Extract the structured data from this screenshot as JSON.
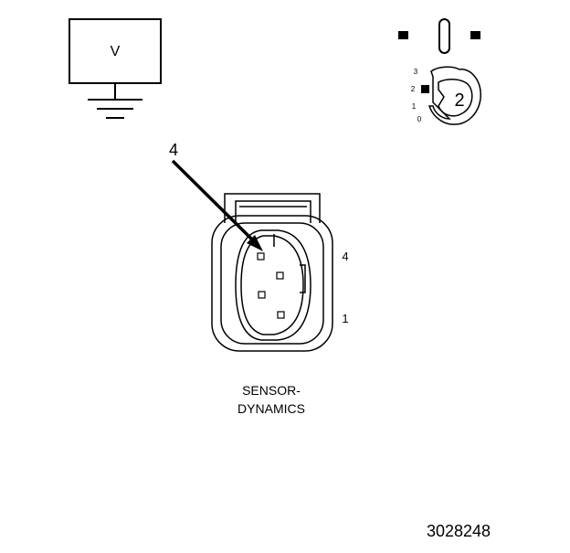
{
  "voltmeter": {
    "label": "V"
  },
  "switch": {
    "positions": [
      "3",
      "2",
      "1",
      "0"
    ],
    "selected": "2"
  },
  "connector": {
    "callout_number": "4",
    "pin_labels": {
      "top": "4",
      "bottom": "1"
    },
    "name_line1": "SENSOR-",
    "name_line2": "DYNAMICS"
  },
  "figure_id": "3028248"
}
